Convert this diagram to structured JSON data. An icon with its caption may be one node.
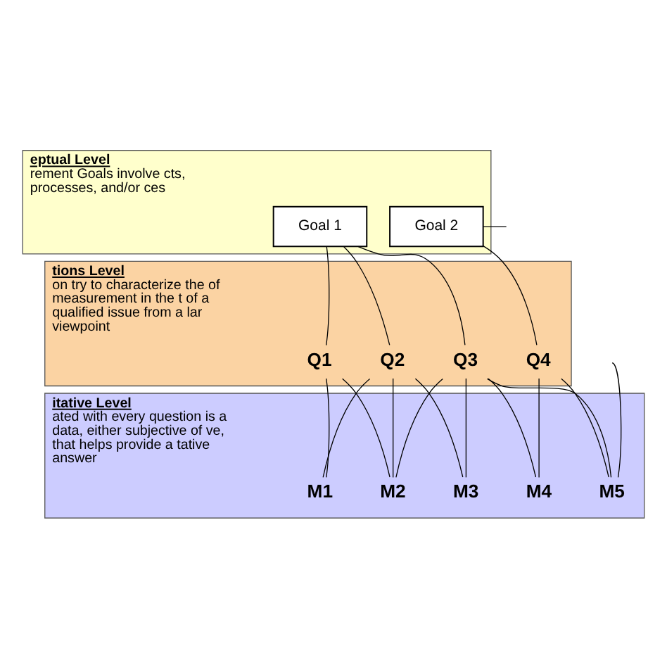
{
  "diagram": {
    "nodes": [
      {
        "text": [
          "eptual Level",
          "rement Goals involve cts, processes, and/or ces"
        ]
      },
      {
        "text": [
          "Goal 1"
        ],
        "in": 0
      },
      {
        "text": [
          "Goal 2"
        ],
        "in": 0
      },
      {
        "text": [
          "tions Level",
          "on try to characterize the of measurement in the t of a qualified issue from a lar viewpoint"
        ]
      },
      {
        "text": [
          "Q1"
        ],
        "in": 3
      },
      {
        "text": [
          "Q2"
        ],
        "in": 3
      },
      {
        "text": [
          "Q3"
        ],
        "in": 3
      },
      {
        "text": [
          "Q4"
        ],
        "in": 3
      },
      {
        "text": [
          "itative Level",
          "ated with every question is a data, either subjective of ve, that helps provide a tative answer"
        ]
      },
      {
        "text": [
          "M1"
        ],
        "in": 8
      },
      {
        "text": [
          "M2"
        ],
        "in": 8
      },
      {
        "text": [
          "M3"
        ],
        "in": 8
      },
      {
        "text": [
          "M4"
        ],
        "in": 8
      },
      {
        "text": [
          "M5"
        ],
        "in": 8
      }
    ],
    "edges": [
      {
        "from": 1,
        "to": 4,
        "arrow": "none"
      },
      {
        "from": 1,
        "to": 5,
        "arrow": "none"
      },
      {
        "from": 1,
        "to": 6,
        "arrow": "none"
      },
      {
        "from": 2,
        "to": 7,
        "arrow": "none"
      },
      {
        "from": 2,
        "to": null,
        "arrow": "none"
      },
      {
        "from": 4,
        "to": 9,
        "arrow": "none"
      },
      {
        "from": 4,
        "to": 10,
        "arrow": "none"
      },
      {
        "from": 5,
        "to": 9,
        "arrow": "none"
      },
      {
        "from": 5,
        "to": 10,
        "arrow": "none"
      },
      {
        "from": 5,
        "to": 11,
        "arrow": "none"
      },
      {
        "from": 6,
        "to": 10,
        "arrow": "none"
      },
      {
        "from": 6,
        "to": 11,
        "arrow": "none"
      },
      {
        "from": 6,
        "to": 12,
        "arrow": "none"
      },
      {
        "from": 6,
        "to": 13,
        "arrow": "none"
      },
      {
        "from": 7,
        "to": 12,
        "arrow": "none"
      },
      {
        "from": 7,
        "to": 13,
        "arrow": "none"
      },
      {
        "from": null,
        "to": 13,
        "arrow": "none"
      }
    ]
  }
}
